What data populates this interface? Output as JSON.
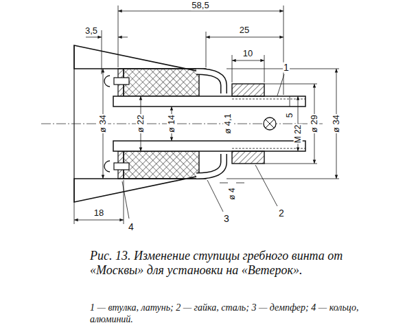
{
  "diagram": {
    "caption": "Рис. 13. Изменение ступицы гребного винта от «Москвы» для установки на «Ветерок».",
    "labels": [
      "58,5",
      "3,5",
      "25",
      "10",
      "1",
      "ø 34",
      "ø 22",
      "ø 14",
      "ø 4,1",
      "5",
      "M 22",
      "ø 29",
      "ø 34",
      "ø 4",
      "18",
      "4",
      "3",
      "2",
      "1 — втулка, латунь; 2 — гайка, сталь; 3 — демпфер; 4 — кольцо, алюминий."
    ]
  }
}
